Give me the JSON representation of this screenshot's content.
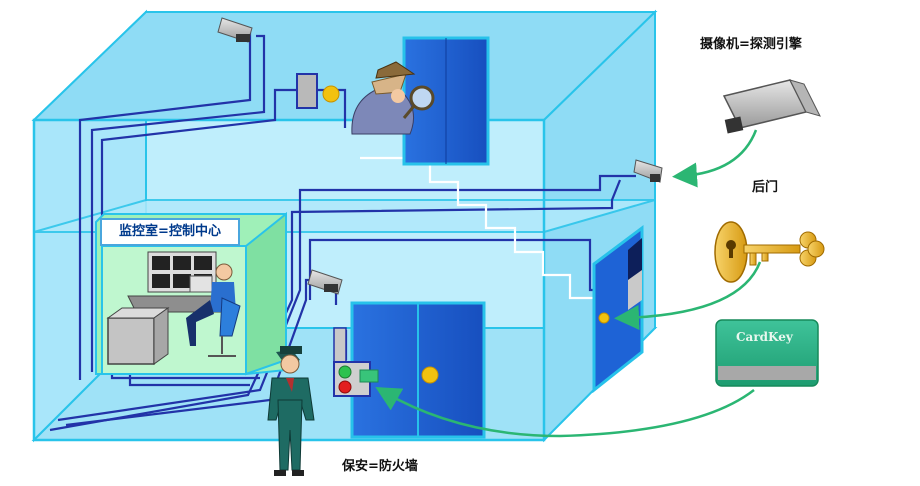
{
  "labels": {
    "camera": "摄像机=探测引擎",
    "back_door": "后门",
    "control_room": "监控室=控制中心",
    "guard": "保安=防火墙",
    "card": "CardKey"
  },
  "colors": {
    "wall": "#8fdcf5",
    "wall_edge": "#29c4ea",
    "wire": "#2233a8",
    "arrow": "#2bb673",
    "door": "#1e63d6",
    "control_room": "#9ff0b8"
  }
}
